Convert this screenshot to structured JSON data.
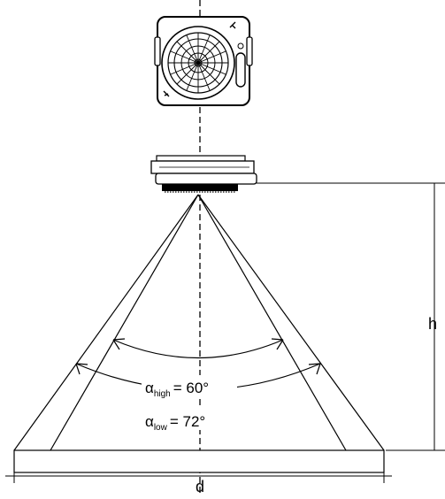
{
  "angles": {
    "high": {
      "symbol": "α",
      "subscript": "high",
      "value": "= 60°"
    },
    "low": {
      "symbol": "α",
      "subscript": "low",
      "value": "= 72°"
    }
  },
  "dimensions": {
    "height_label": "h",
    "diameter_label": "d"
  }
}
